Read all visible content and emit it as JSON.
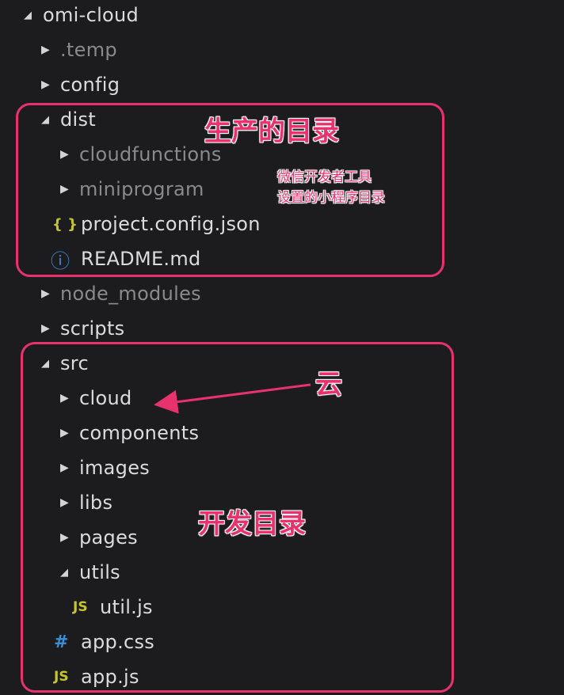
{
  "tree": {
    "items": [
      {
        "label": "omi-cloud",
        "twisty": "open",
        "icon": "",
        "dim": false
      },
      {
        "label": ".temp",
        "twisty": "closed",
        "icon": "",
        "dim": true
      },
      {
        "label": "config",
        "twisty": "closed",
        "icon": "",
        "dim": false
      },
      {
        "label": "dist",
        "twisty": "open",
        "icon": "",
        "dim": false
      },
      {
        "label": "cloudfunctions",
        "twisty": "closed",
        "icon": "",
        "dim": true
      },
      {
        "label": "miniprogram",
        "twisty": "closed",
        "icon": "",
        "dim": true
      },
      {
        "label": "project.config.json",
        "twisty": "none",
        "icon": "{ }",
        "dim": false
      },
      {
        "label": "README.md",
        "twisty": "none",
        "icon": "ⓘ",
        "dim": false
      },
      {
        "label": "node_modules",
        "twisty": "closed",
        "icon": "",
        "dim": true
      },
      {
        "label": "scripts",
        "twisty": "closed",
        "icon": "",
        "dim": false
      },
      {
        "label": "src",
        "twisty": "open",
        "icon": "",
        "dim": false
      },
      {
        "label": "cloud",
        "twisty": "closed",
        "icon": "",
        "dim": false
      },
      {
        "label": "components",
        "twisty": "closed",
        "icon": "",
        "dim": false
      },
      {
        "label": "images",
        "twisty": "closed",
        "icon": "",
        "dim": false
      },
      {
        "label": "libs",
        "twisty": "closed",
        "icon": "",
        "dim": false
      },
      {
        "label": "pages",
        "twisty": "closed",
        "icon": "",
        "dim": false
      },
      {
        "label": "utils",
        "twisty": "open",
        "icon": "",
        "dim": false
      },
      {
        "label": "util.js",
        "twisty": "none",
        "icon": "JS",
        "dim": false
      },
      {
        "label": "app.css",
        "twisty": "none",
        "icon": "#",
        "dim": false
      },
      {
        "label": "app.js",
        "twisty": "none",
        "icon": "JS",
        "dim": false
      }
    ]
  },
  "annotations": {
    "dist_title": "生产的目录",
    "dist_note_line1": "微信开发者工具",
    "dist_note_line2": "设置的小程序目录",
    "cloud_note": "云",
    "src_title": "开发目录"
  },
  "colors": {
    "background": "#1c1c1e",
    "annotation": "#e8326e",
    "js_icon": "#c5c532",
    "info_icon": "#3a8fd8"
  }
}
